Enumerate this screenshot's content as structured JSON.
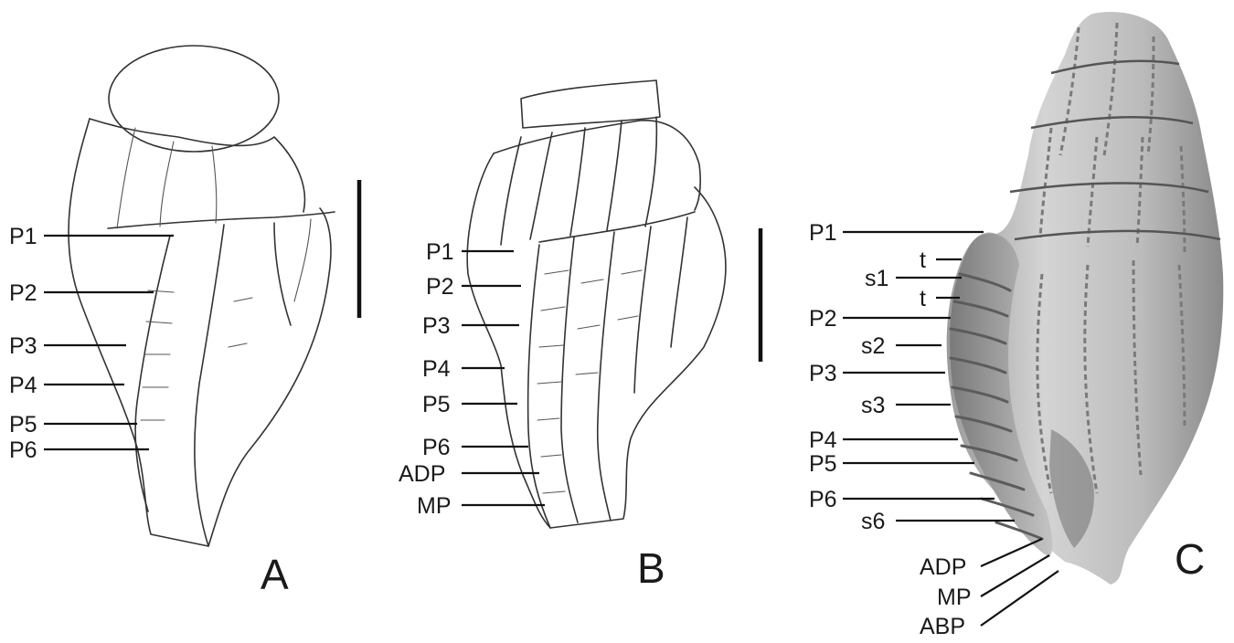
{
  "panels": [
    {
      "letter": "A",
      "labels": [
        "P1",
        "P2",
        "P3",
        "P4",
        "P5",
        "P6"
      ]
    },
    {
      "letter": "B",
      "labels": [
        "P1",
        "P2",
        "P3",
        "P4",
        "P5",
        "P6",
        "ADP",
        "MP"
      ]
    },
    {
      "letter": "C",
      "labels": [
        "P1",
        "t",
        "s1",
        "t",
        "P2",
        "s2",
        "P3",
        "s3",
        "P4",
        "P5",
        "P6",
        "s6",
        "ADP",
        "MP",
        "ABP"
      ]
    }
  ],
  "colors": {
    "ink": "#1a1a1a",
    "shell_photo_light": "#c9c9c9",
    "shell_photo_dark": "#6e6e6e",
    "background": "#ffffff"
  }
}
